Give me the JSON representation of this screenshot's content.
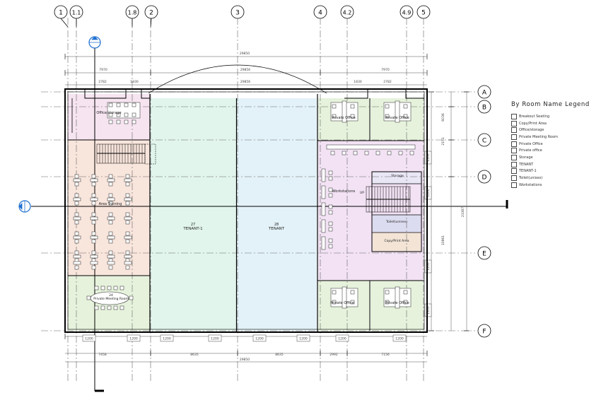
{
  "grid": {
    "columns": [
      "1",
      "1.1",
      "1.8",
      "2",
      "3",
      "4",
      "4.2",
      "4.9",
      "5"
    ],
    "rows": [
      "A",
      "B",
      "C",
      "D",
      "E",
      "F"
    ]
  },
  "dimensions": {
    "overall_top": "29850",
    "arc_span": "29856",
    "top_left": "7970",
    "top_right": "7970",
    "top_small_1": "2782",
    "top_small_2": "1830",
    "top_small_3": "1830",
    "top_small_4": "2782",
    "side_b": "6036",
    "side_c": "2151",
    "side_mid": "10861",
    "side_overall": "23387",
    "bottom_1": "7458",
    "bottom_2": "8635",
    "bottom_3": "8635",
    "bottom_4": "2992",
    "bottom_5": "7156",
    "bottom_overall": "29850",
    "window_module": "1200"
  },
  "rooms": {
    "office_storage": "Office/storage",
    "training": "Area Training",
    "tenant_1": "TENANT-1",
    "tenant_1_num": "27",
    "tenant": "TENANT",
    "tenant_num": "28",
    "private_office_1": "Private Office",
    "private_office_2": "Private Office",
    "private_office_3": "Private Office",
    "private_office_4": "Private Office",
    "workstations": "Workstations",
    "storage": "Storage",
    "toilet": "Toilet(unisex)",
    "copy_print": "Copy/Print Area",
    "meeting": "Private Meeting Room",
    "meeting_num": "24",
    "up": "UP"
  },
  "legend": {
    "title": "By Room Name Legend",
    "items": [
      "Breakout Seating",
      "Copy/Print Area",
      "Office/storage",
      "Private Meeting Room",
      "Private Office",
      "Private office",
      "Storage",
      "TENANT",
      "TENANT-1",
      "Toilet(unisex)",
      "Workstations"
    ]
  },
  "colors": {
    "pink": "#f6e4f1",
    "peach": "#f8e5dc",
    "mint": "#e1f5ec",
    "light_blue": "#e3f2f8",
    "light_green": "#e6f2dc",
    "violet": "#f2e2f4",
    "lavender": "#dcdcf0",
    "tan": "#f3e4d6",
    "line": "#000000",
    "dim": "#555555"
  }
}
